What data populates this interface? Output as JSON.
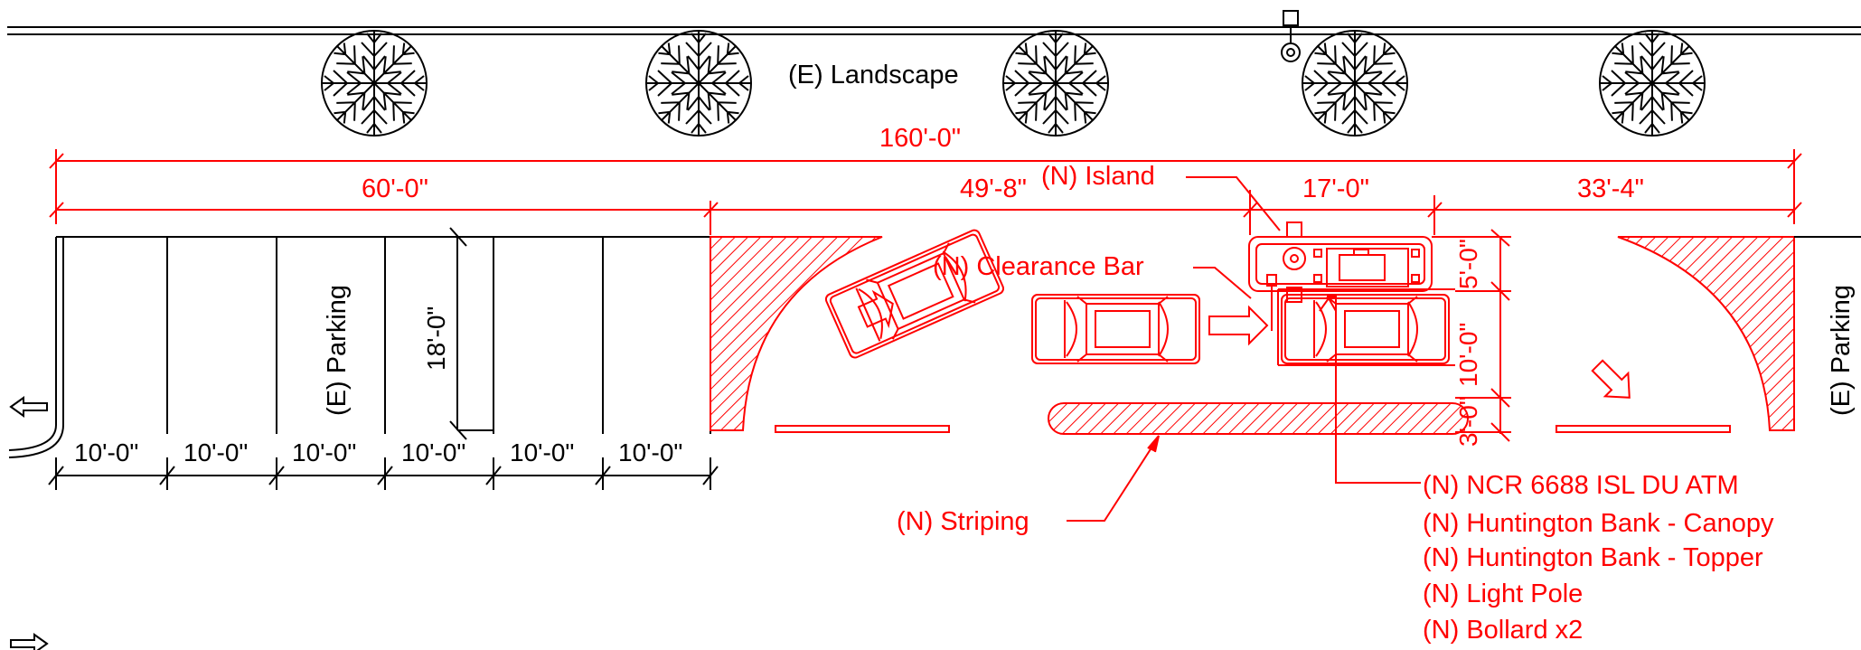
{
  "colors": {
    "existing": "#000000",
    "new": "#ff0000"
  },
  "labels": {
    "landscape": "(E) Landscape",
    "parking_left": "(E) Parking",
    "parking_right": "(E) Parking",
    "island": "(N) Island",
    "clearance_bar": "(N) Clearance Bar",
    "striping": "(N) Striping"
  },
  "dimensions": {
    "overall": "160'-0\"",
    "seg1": "60'-0\"",
    "seg2": "49'-8\"",
    "seg3": "17'-0\"",
    "seg4": "33'-4\"",
    "stall_depth": "18'-0\"",
    "stall_widths": [
      "10'-0\"",
      "10'-0\"",
      "10'-0\"",
      "10'-0\"",
      "10'-0\"",
      "10'-0\""
    ],
    "island_depth": "5'-0\"",
    "lane_width": "10'-0\"",
    "curb_width": "3'-0\""
  },
  "notes": [
    "(N) NCR 6688 ISL DU ATM",
    "(N) Huntington Bank - Canopy",
    "(N) Huntington Bank - Topper",
    "(N) Light Pole",
    "(N) Bollard x2"
  ],
  "icons": {
    "tree": "tree-icon",
    "light_pole": "light-pole-icon",
    "car": "car-icon",
    "arrow": "arrow-icon"
  }
}
